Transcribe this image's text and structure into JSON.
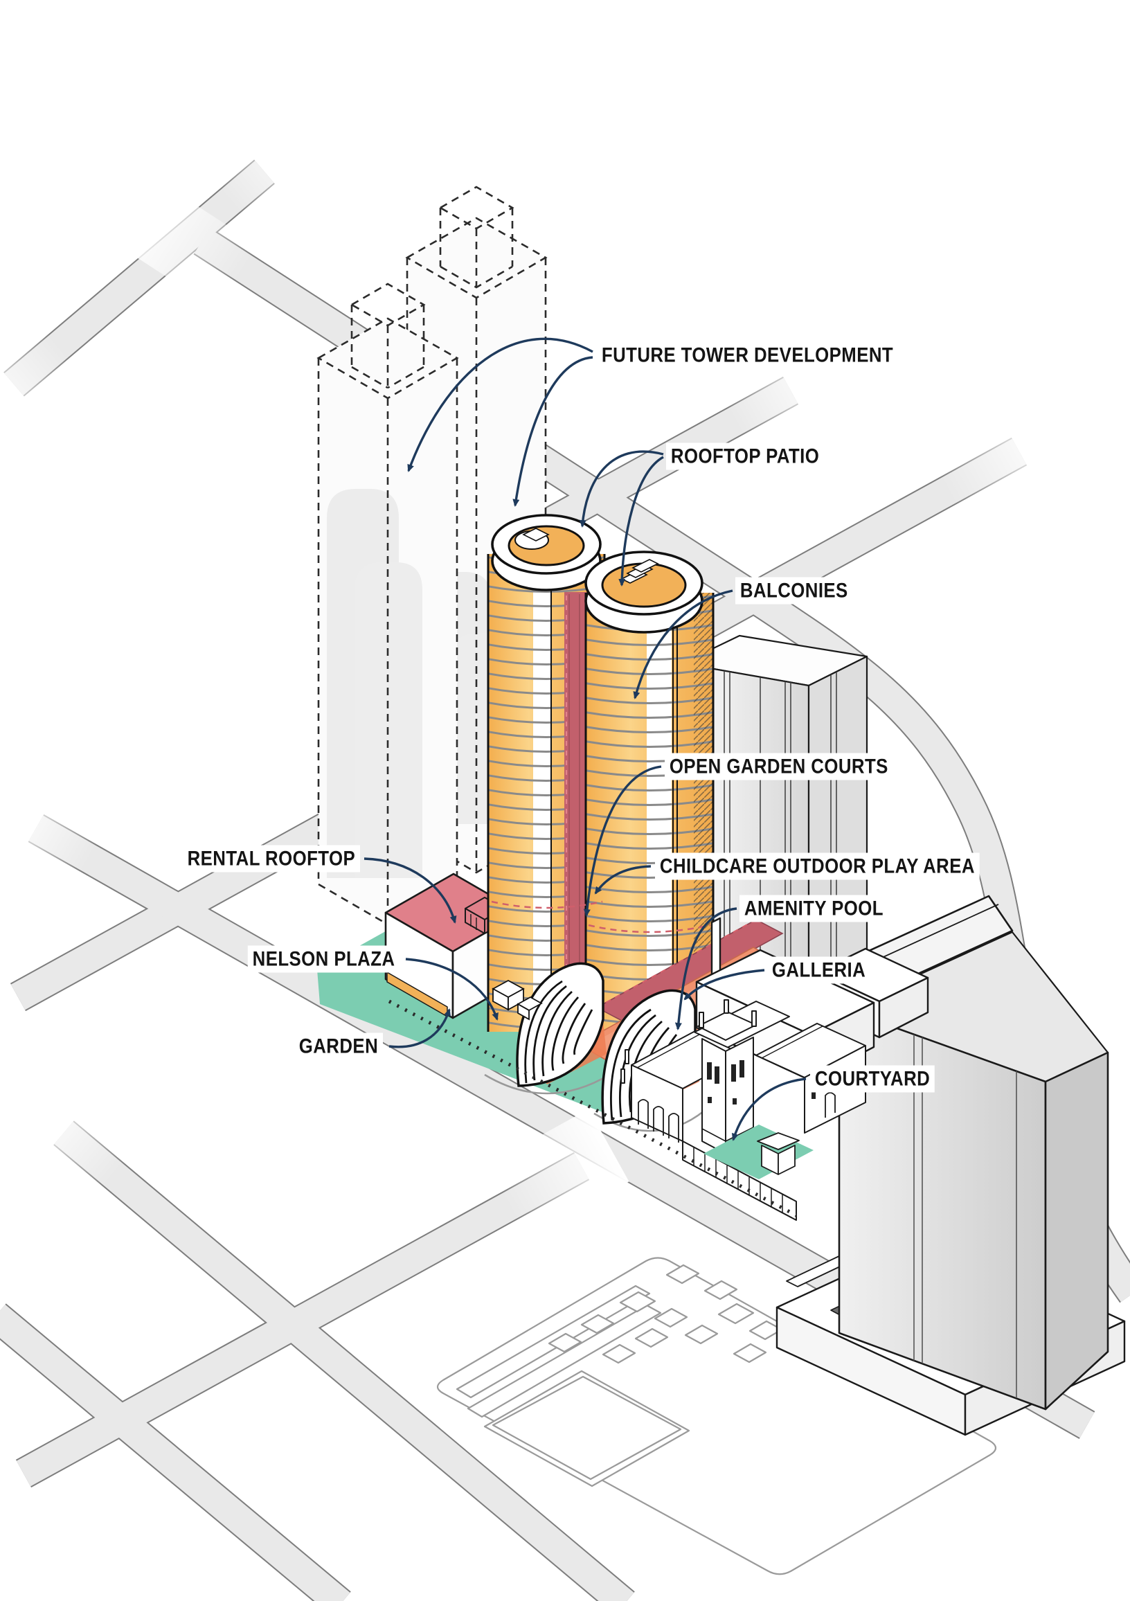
{
  "diagram": {
    "type": "axonometric-architecture-site-diagram",
    "annotations": {
      "future_tower_development": {
        "text": "FUTURE TOWER DEVELOPMENT"
      },
      "rooftop_patio": {
        "text": "ROOFTOP PATIO"
      },
      "balconies": {
        "text": "BALCONIES"
      },
      "open_garden_courts": {
        "text": "OPEN GARDEN COURTS"
      },
      "childcare_outdoor_play_area": {
        "text": "CHILDCARE OUTDOOR PLAY AREA"
      },
      "amenity_pool": {
        "text": "AMENITY POOL"
      },
      "galleria": {
        "text": "GALLERIA"
      },
      "courtyard": {
        "text": "COURTYARD"
      },
      "rental_rooftop": {
        "text": "RENTAL ROOFTOP"
      },
      "nelson_plaza": {
        "text": "NELSON PLAZA"
      },
      "garden": {
        "text": "GARDEN"
      }
    },
    "colors": {
      "tower_orange": "#F7BC63",
      "tower_orange_light": "#FBD489",
      "patio_orange": "#F2B158",
      "accent_red": "#C2606C",
      "rooftop_red": "#E0808A",
      "deck_salmon": "#F0926E",
      "deck_salmon_light": "#F4A585",
      "canopy_orange_red": "#ED7D52",
      "garden_teal": "#7CCDB1",
      "arrow_navy": "#1E3A5C",
      "road_fill": "#E9E9E9",
      "road_edge": "#7D7D7D",
      "line_black": "#1A1A1A"
    }
  }
}
